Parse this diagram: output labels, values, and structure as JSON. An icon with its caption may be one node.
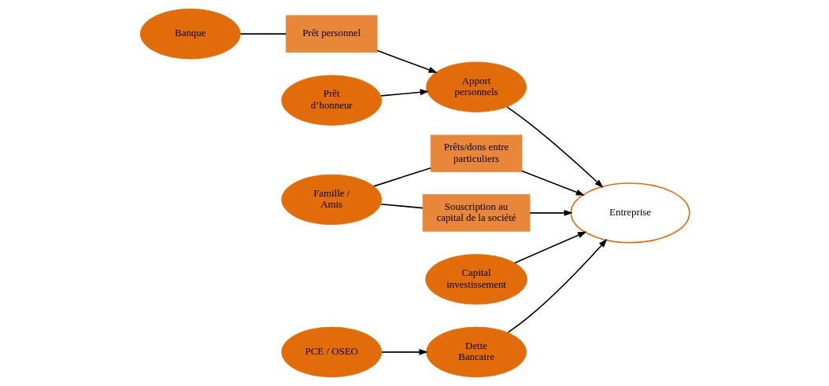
{
  "diagram": {
    "nodes": [
      {
        "text": [
          "Banque"
        ]
      },
      {
        "text": [
          "Prêt personnel"
        ]
      },
      {
        "text": [
          "Apport personnels"
        ]
      },
      {
        "text": [
          "Prêt d’honneur"
        ]
      },
      {
        "text": [
          "Prêts/dons entre particuliers"
        ]
      },
      {
        "text": [
          "Entreprise"
        ]
      },
      {
        "text": [
          "Capital investissement"
        ]
      },
      {
        "text": [
          "Famille / Amis"
        ]
      },
      {
        "text": [
          "Souscription au capital de la société"
        ]
      },
      {
        "text": [
          "Dette Bancaire"
        ]
      },
      {
        "text": [
          "PCE / OSEO"
        ]
      }
    ],
    "edges": [
      {
        "from": 0,
        "to": 1,
        "arrow": "none"
      },
      {
        "from": 1,
        "to": 2,
        "arrow": "to"
      },
      {
        "from": 3,
        "to": 2,
        "arrow": "to"
      },
      {
        "from": 2,
        "to": 5,
        "arrow": "to"
      },
      {
        "from": 4,
        "to": 5,
        "arrow": "to"
      },
      {
        "from": 7,
        "to": 4,
        "arrow": "none"
      },
      {
        "from": 7,
        "to": 8,
        "arrow": "none"
      },
      {
        "from": 8,
        "to": 5,
        "arrow": "to"
      },
      {
        "from": 6,
        "to": 5,
        "arrow": "to"
      },
      {
        "from": 9,
        "to": 5,
        "arrow": "to"
      },
      {
        "from": 10,
        "to": 9,
        "arrow": "to"
      }
    ]
  }
}
